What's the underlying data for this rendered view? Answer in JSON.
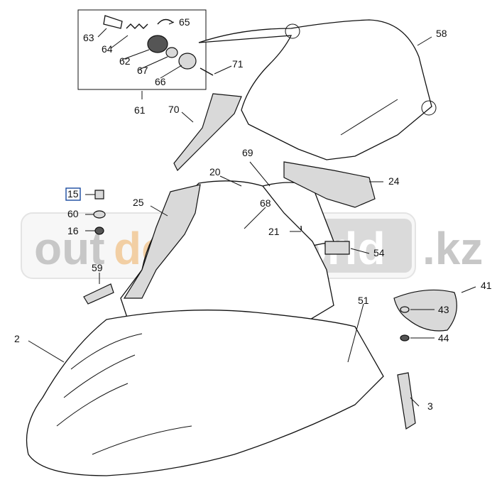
{
  "watermark": {
    "part1": "out",
    "part2": "door",
    "part3": "world",
    "tld": ".kz",
    "colors": {
      "gray": "#9a9a9a",
      "orange": "#e8a85a",
      "light": "#e6e6e6"
    }
  },
  "highlight_color": "#1a4aa0",
  "callouts": {
    "c2": "2",
    "c3": "3",
    "c15": "15",
    "c16": "16",
    "c20": "20",
    "c21": "21",
    "c24": "24",
    "c25": "25",
    "c41": "41",
    "c43": "43",
    "c44": "44",
    "c51": "51",
    "c54": "54",
    "c58": "58",
    "c59": "59",
    "c60": "60",
    "c61": "61",
    "c62": "62",
    "c63": "63",
    "c64": "64",
    "c65": "65",
    "c66": "66",
    "c67": "67",
    "c68": "68",
    "c69": "69",
    "c70": "70",
    "c71": "71"
  }
}
